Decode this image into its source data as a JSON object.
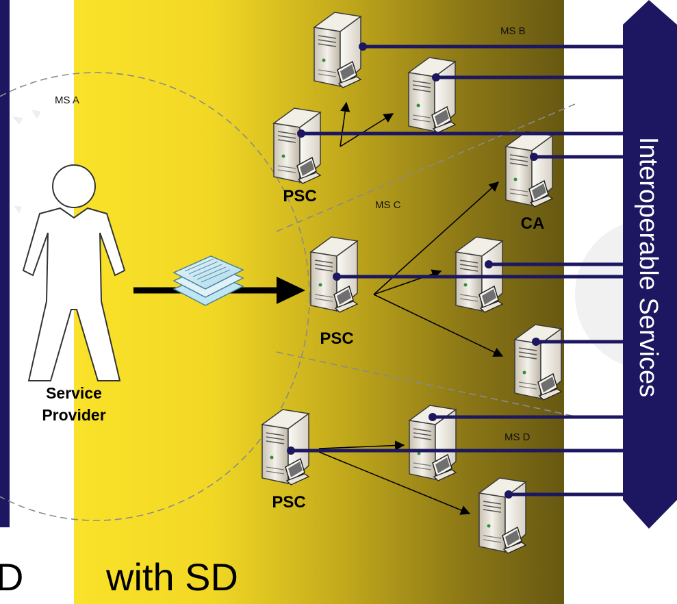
{
  "actor": {
    "label_line1": "Service",
    "label_line2": "Provider"
  },
  "regions": {
    "ms_a": "MS A",
    "ms_b": "MS B",
    "ms_c": "MS C",
    "ms_d": "MS D"
  },
  "nodes": {
    "psc_top": "PSC",
    "psc_center": "PSC",
    "psc_bottom": "PSC",
    "ca": "CA"
  },
  "bus_label": "Interoperable Services",
  "caption": "with SD",
  "caption_left_fragment": "D",
  "icons": [
    "person-icon",
    "documents-icon",
    "server-icon",
    "arrow-icon"
  ],
  "colors": {
    "panel_gradient_start": "#f8e02a",
    "panel_gradient_end": "#6b5a12",
    "connector": "#1c1760",
    "bus_fill": "#1c1760",
    "left_bar": "#1c1760"
  }
}
